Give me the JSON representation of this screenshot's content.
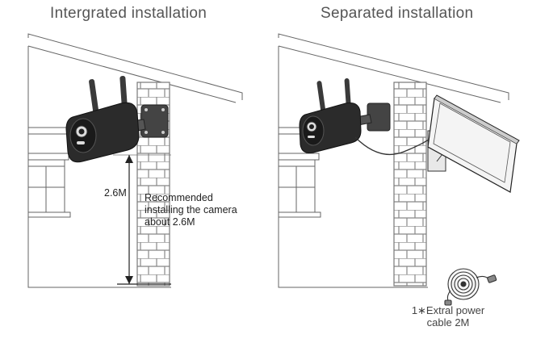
{
  "left_panel": {
    "title": "Intergrated installation",
    "height_label": "2.6M",
    "note_lines": [
      "Recommended",
      "installing the camera",
      "about 2.6M"
    ]
  },
  "right_panel": {
    "title": "Separated installation",
    "cable_lines": [
      "1∗Extral power",
      "cable 2M"
    ]
  },
  "colors": {
    "line": "#555555",
    "camera_body": "#2b2b2b",
    "brick": "#777777"
  },
  "icons": [
    "camera-icon",
    "solar-panel-icon",
    "cable-coil-icon",
    "antenna-icon"
  ]
}
